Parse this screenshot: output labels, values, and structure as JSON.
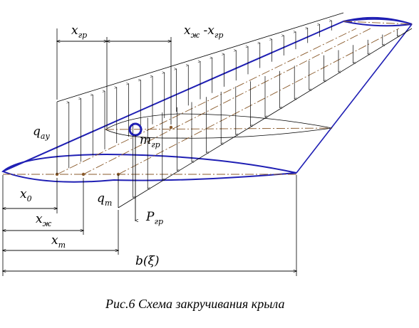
{
  "labels": {
    "x_gr": "x",
    "x_gr_sub": "гр",
    "x_zh_minus_x_gr_a": "x",
    "x_zh_minus_x_gr_a_sub": "ж",
    "x_zh_minus_x_gr_mid": " -x",
    "x_zh_minus_x_gr_b_sub": "гр",
    "q_ay": "q",
    "q_ay_sub": "ay",
    "m_gr": "m",
    "m_gr_sub": "гр",
    "q_t": "q",
    "q_t_sub": "т",
    "P_gr": "P",
    "P_gr_sub": "гр",
    "x_0": "x",
    "x_0_sub": "0",
    "x_zh": "x",
    "x_zh_sub": "ж",
    "x_t": "x",
    "x_t_sub": "т",
    "b_xi": "b(ξ)"
  },
  "caption": "Рис.6 Схема закручивания крыла",
  "colors": {
    "outline": "#1f1fb4",
    "axis": "#8a5a2b",
    "lines": "#000000"
  }
}
